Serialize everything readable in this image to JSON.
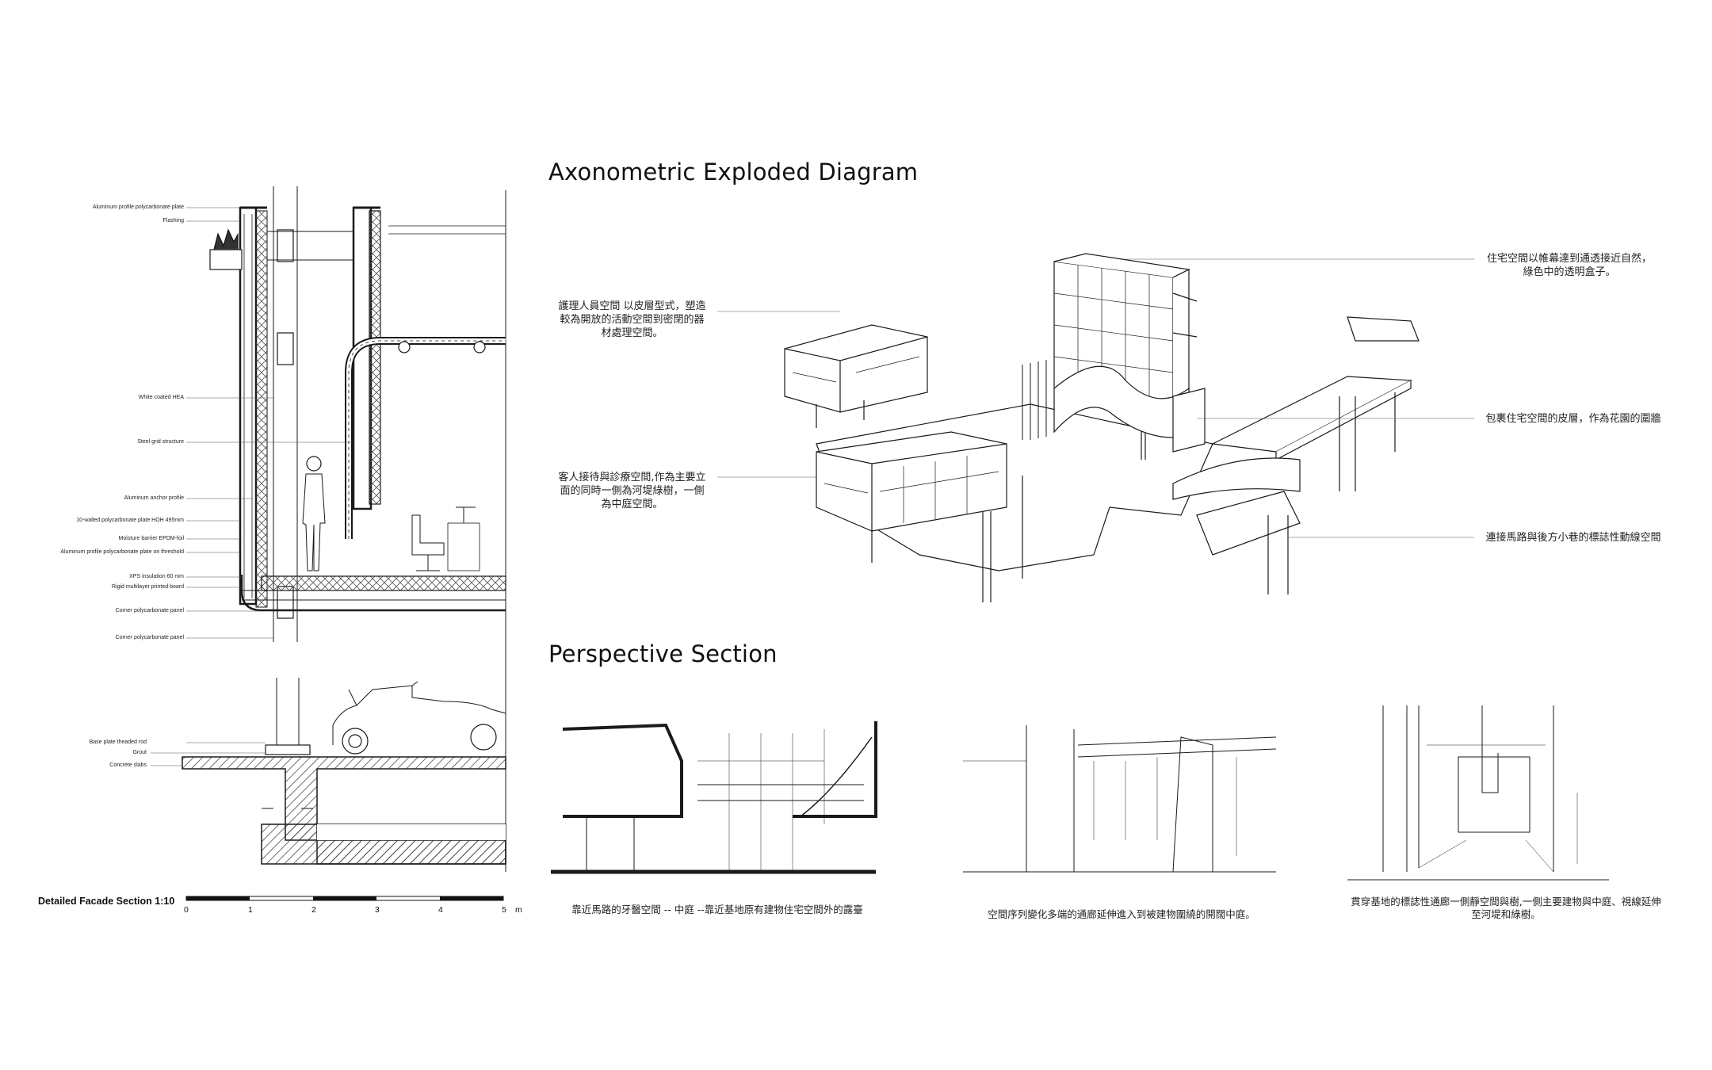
{
  "titles": {
    "exploded": "Axonometric Exploded Diagram",
    "perspective": "Perspective Section",
    "facade": "Detailed Facade Section 1:10"
  },
  "facade_labels": [
    "Aluminum profile polycarbonate plate",
    "Flashing",
    "White coated HEA",
    "Steel grid structure",
    "Aluminum anchor profile",
    "10-walled polycarbonate plate HOH 495mm",
    "Moisture barrier EPDM-foil",
    "Aluminum profile polycarbonate plate on threshold",
    "XPS insulation 60 mm",
    "Rigid multilayer printed board",
    "Corner polycarbonate panel",
    "Corner polycarbonate panel",
    "Base plate theaded rod",
    "Grout",
    "Concrete slabs"
  ],
  "scale": {
    "ticks": [
      "0",
      "1",
      "2",
      "3",
      "4",
      "5"
    ],
    "unit": "m"
  },
  "exploded_labels": {
    "nursing": "護理人員空間 以皮層型式，塑造\n較為開放的活動空間到密閉的器\n材處理空間。",
    "residence": "住宅空間以帷幕達到通透接近自然，\n綠色中的透明盒子。",
    "reception": "客人接待與診療空間,作為主要立\n面的同時一側為河堤綠樹，一側\n為中庭空間。",
    "skin": "包裹住宅空間的皮層，作為花園的圍牆",
    "corridor": "連接馬路與後方小巷的標誌性動線空間"
  },
  "captions": {
    "sec1": "靠近馬路的牙醫空間 -- 中庭 --靠近基地原有建物住宅空間外的露臺",
    "sec2": "空間序列變化多端的通廊延伸進入到被建物圍繞的開闊中庭。",
    "sec3": "貫穿基地的標誌性通廊一側靜空間與樹,一側主要建物與中庭、視線延伸\n至河堤和綠樹。"
  },
  "colors": {
    "ink": "#1a1a1a",
    "paper": "#ffffff"
  }
}
